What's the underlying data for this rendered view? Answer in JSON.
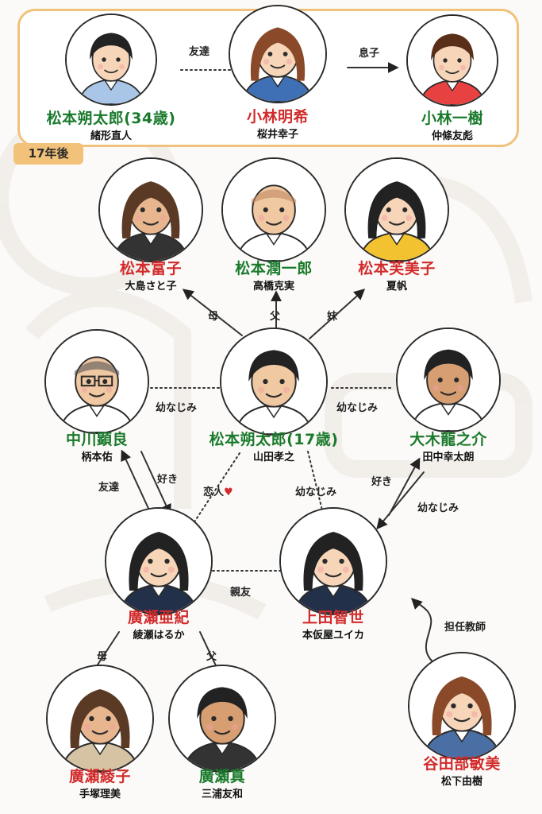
{
  "future_label": "17年後",
  "people": [
    {
      "id": "asatarou34",
      "name": "松本朔太郎(34歳)",
      "actor": "緒形直人",
      "color": "green",
      "hair": "#222222",
      "skin": "#f6d5b8",
      "shirt": "#a9c6e8"
    },
    {
      "id": "aki-mom",
      "name": "小林明希",
      "actor": "桜井幸子",
      "color": "red",
      "hair": "#8a4a2a",
      "skin": "#f6d5b8",
      "shirt": "#3f6fb5"
    },
    {
      "id": "kazuki",
      "name": "小林一樹",
      "actor": "仲條友彪",
      "color": "green",
      "hair": "#5a2f1a",
      "skin": "#f6d5b8",
      "shirt": "#e84141"
    },
    {
      "id": "tomiko",
      "name": "松本富子",
      "actor": "大島さと子",
      "color": "red",
      "hair": "#5a3a24",
      "skin": "#e7b68f",
      "shirt": "#333333"
    },
    {
      "id": "junichirou",
      "name": "松本潤一郎",
      "actor": "高橋克実",
      "color": "green",
      "hair": "#c08860",
      "skin": "#f0c8a2",
      "shirt": "#ffffff"
    },
    {
      "id": "fumiko",
      "name": "松本芙美子",
      "actor": "夏帆",
      "color": "red",
      "hair": "#222222",
      "skin": "#f6d5b8",
      "shirt": "#f2c230"
    },
    {
      "id": "kensuke",
      "name": "中川顕良",
      "actor": "柄本佑",
      "color": "green",
      "hair": "#555555",
      "skin": "#f0c8a2",
      "shirt": "#ffffff"
    },
    {
      "id": "asatarou17",
      "name": "松本朔太郎(17歳)",
      "actor": "山田孝之",
      "color": "green",
      "hair": "#222222",
      "skin": "#f0c8a2",
      "shirt": "#ffffff"
    },
    {
      "id": "ryunosuke",
      "name": "大木龍之介",
      "actor": "田中幸太朗",
      "color": "green",
      "hair": "#222222",
      "skin": "#d79e72",
      "shirt": "#ffffff"
    },
    {
      "id": "aki",
      "name": "廣瀬亜紀",
      "actor": "綾瀬はるか",
      "color": "red",
      "hair": "#222222",
      "skin": "#f6d5b8",
      "shirt": "#22304a"
    },
    {
      "id": "tomoyo",
      "name": "上田智世",
      "actor": "本仮屋ユイカ",
      "color": "red",
      "hair": "#222222",
      "skin": "#f6d5b8",
      "shirt": "#22304a"
    },
    {
      "id": "ayako",
      "name": "廣瀬綾子",
      "actor": "手塚理美",
      "color": "red",
      "hair": "#5a3a24",
      "skin": "#e7b68f",
      "shirt": "#d6c3a3"
    },
    {
      "id": "makoto",
      "name": "廣瀬真",
      "actor": "三浦友和",
      "color": "green",
      "hair": "#222222",
      "skin": "#d79e72",
      "shirt": "#333333"
    },
    {
      "id": "taniguchi",
      "name": "谷田部敏美",
      "actor": "松下由樹",
      "color": "red",
      "hair": "#8a4a2a",
      "skin": "#f6d5b8",
      "shirt": "#4a6fa5"
    }
  ],
  "relations": {
    "friends_34": "友達",
    "son": "息子",
    "mother": "母",
    "father": "父",
    "sister": "妹",
    "osananajimi_left": "幼なじみ",
    "osananajimi_right": "幼なじみ",
    "like_left": "好き",
    "friends_left": "友達",
    "lovers": "恋人",
    "heart": "♥",
    "osananajimi_tomoyo": "幼なじみ",
    "like_right": "好き",
    "osananajimi_ryu": "幼なじみ",
    "best_friend": "親友",
    "teacher": "担任教師",
    "aki_mother": "母",
    "aki_father": "父"
  },
  "colors": {
    "frame": "#f0c27b",
    "name_green": "#1a7a2c",
    "name_red": "#d22b2b"
  }
}
